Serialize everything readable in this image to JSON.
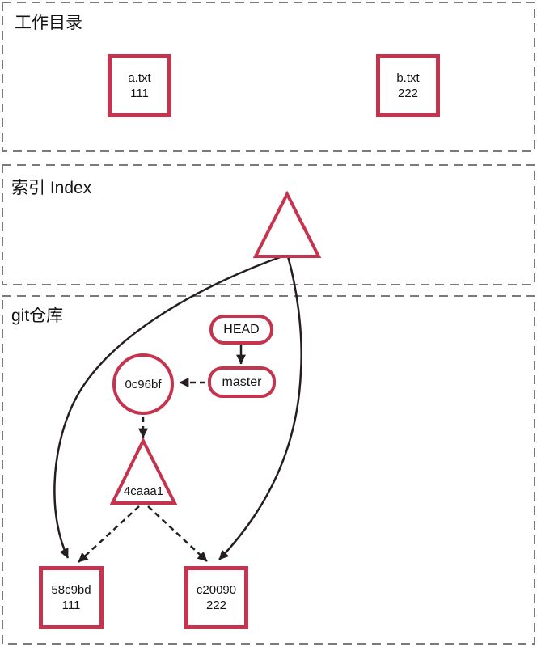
{
  "diagram": {
    "colors": {
      "node_stroke": "#C5334E",
      "edge": "#241E20",
      "section_border": "#7A7A7A",
      "text": "#141414",
      "bg": "#FFFFFF"
    },
    "sections": [
      {
        "id": "working-directory",
        "title": "工作目录"
      },
      {
        "id": "index",
        "title": "索引 Index"
      },
      {
        "id": "repo",
        "title": "git仓库"
      }
    ],
    "nodes": {
      "a_file": {
        "line1": "a.txt",
        "line2": "111"
      },
      "b_file": {
        "line1": "b.txt",
        "line2": "222"
      },
      "head": {
        "label": "HEAD"
      },
      "master": {
        "label": "master"
      },
      "commit": {
        "label": "0c96bf"
      },
      "tree": {
        "label": "4caaa1"
      },
      "blob1": {
        "line1": "58c9bd",
        "line2": "111"
      },
      "blob2": {
        "line1": "c20090",
        "line2": "222"
      }
    }
  }
}
